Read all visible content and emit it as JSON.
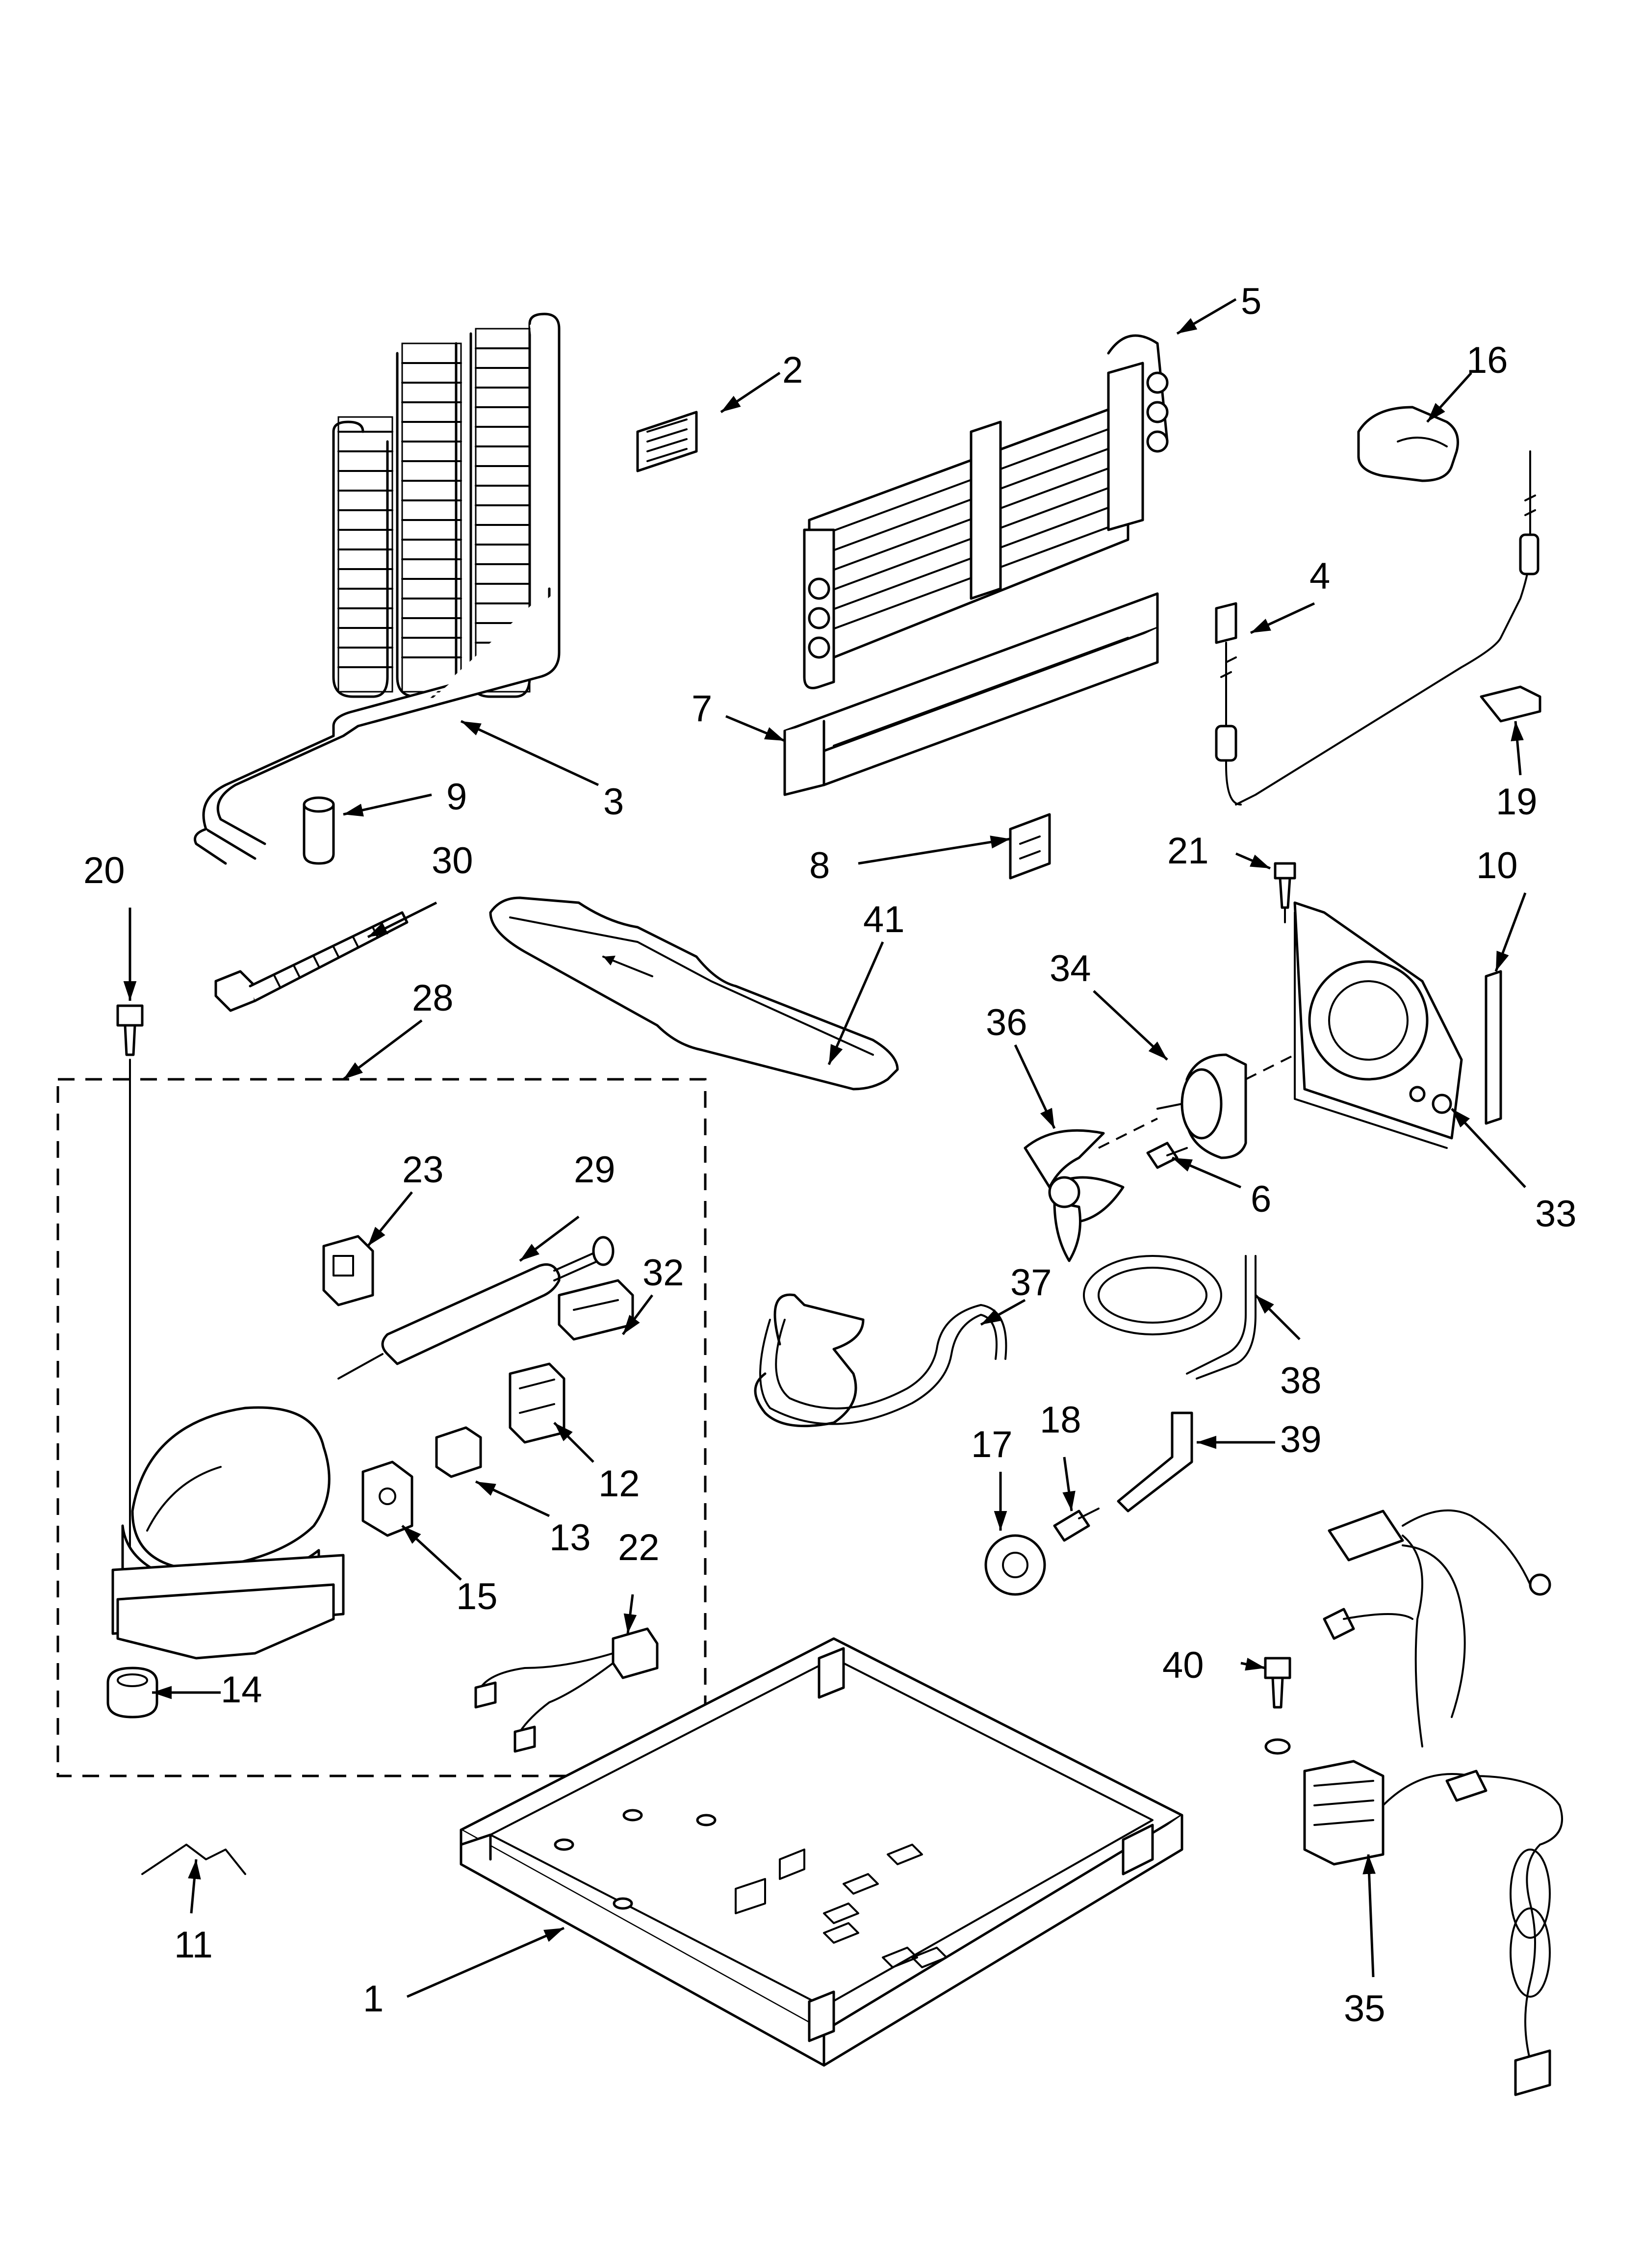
{
  "callouts": [
    {
      "id": "1",
      "label": "1"
    },
    {
      "id": "2",
      "label": "2"
    },
    {
      "id": "3",
      "label": "3"
    },
    {
      "id": "4",
      "label": "4"
    },
    {
      "id": "5",
      "label": "5"
    },
    {
      "id": "6",
      "label": "6"
    },
    {
      "id": "7",
      "label": "7"
    },
    {
      "id": "8",
      "label": "8"
    },
    {
      "id": "9",
      "label": "9"
    },
    {
      "id": "10",
      "label": "10"
    },
    {
      "id": "11",
      "label": "11"
    },
    {
      "id": "12",
      "label": "12"
    },
    {
      "id": "13",
      "label": "13"
    },
    {
      "id": "14",
      "label": "14"
    },
    {
      "id": "15",
      "label": "15"
    },
    {
      "id": "16",
      "label": "16"
    },
    {
      "id": "17",
      "label": "17"
    },
    {
      "id": "18",
      "label": "18"
    },
    {
      "id": "19",
      "label": "19"
    },
    {
      "id": "20",
      "label": "20"
    },
    {
      "id": "21",
      "label": "21"
    },
    {
      "id": "22",
      "label": "22"
    },
    {
      "id": "23",
      "label": "23"
    },
    {
      "id": "28",
      "label": "28"
    },
    {
      "id": "29",
      "label": "29"
    },
    {
      "id": "30",
      "label": "30"
    },
    {
      "id": "32",
      "label": "32"
    },
    {
      "id": "33",
      "label": "33"
    },
    {
      "id": "34",
      "label": "34"
    },
    {
      "id": "35",
      "label": "35"
    },
    {
      "id": "36",
      "label": "36"
    },
    {
      "id": "37",
      "label": "37"
    },
    {
      "id": "38",
      "label": "38"
    },
    {
      "id": "39",
      "label": "39"
    },
    {
      "id": "40",
      "label": "40"
    },
    {
      "id": "41",
      "label": "41"
    }
  ]
}
